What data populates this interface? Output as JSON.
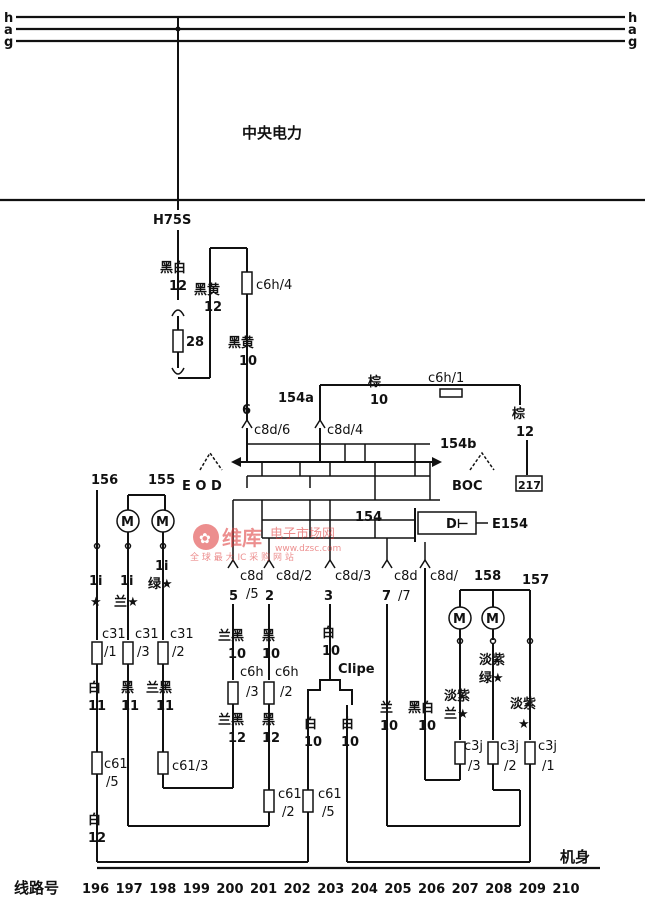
{
  "bus": {
    "lines": [
      "h",
      "a",
      "g"
    ]
  },
  "labels": {
    "central_power": "中央电力",
    "h75s": "H75S",
    "ground": "机身",
    "line_no_title": "线路号",
    "clipe": "Clipe",
    "e154": "E154",
    "d_sym": "D⊢",
    "eod": "E O D",
    "boc": "BOC",
    "n154a": "154a",
    "n154b": "154b",
    "n154": "154",
    "n156": "156",
    "n155": "155",
    "n158": "158",
    "n157": "157",
    "n217": "217",
    "n28": "28",
    "motor": "M",
    "watermark_brand": "维库",
    "watermark_title": "电子市场网",
    "watermark_sub": "全 球 最 大 IC 采 购 网 站",
    "watermark_url": "www.dzsc.com"
  },
  "wires": {
    "hb12": [
      "黑白",
      "12"
    ],
    "hy12": [
      "黑黄",
      "12"
    ],
    "hy10": [
      "黑黄",
      "10"
    ],
    "brown10": [
      "棕",
      "10"
    ],
    "brown12": [
      "棕",
      "12"
    ],
    "w196a": [
      "1i",
      "★"
    ],
    "w197a": [
      "1i",
      "兰★"
    ],
    "w198a": [
      "1i",
      "绿★"
    ],
    "w196b": [
      "白",
      "11"
    ],
    "w197b": [
      "黑",
      "11"
    ],
    "w198b": [
      "兰黑",
      "11"
    ],
    "w196c": [
      "白",
      "12"
    ],
    "w200a": [
      "兰黑",
      "10"
    ],
    "w201a": [
      "黑",
      "10"
    ],
    "w200b": [
      "兰黑",
      "12"
    ],
    "w201b": [
      "黑",
      "12"
    ],
    "w203a": [
      "白",
      "10"
    ],
    "w202b": [
      "白",
      "10"
    ],
    "w203b": [
      "白",
      "10"
    ],
    "w205": [
      "兰",
      "10"
    ],
    "w206": [
      "黑白",
      "10"
    ],
    "w206b": [
      "淡紫",
      "兰★"
    ],
    "w207": [
      "淡紫",
      "绿★"
    ],
    "w208": [
      "淡紫",
      "★"
    ]
  },
  "connectors": {
    "c6h4": "c6h/4",
    "c6h1": "c6h/1",
    "c8d6": "c8d/6",
    "c8d4": "c8d/4",
    "c8d5": [
      "c8d",
      "/5"
    ],
    "c8d2": "c8d/2",
    "c8d3": "c8d/3",
    "c8d7": [
      "c8d",
      "/7"
    ],
    "c8d_": "c8d/",
    "c31_1": [
      "c31",
      "/1"
    ],
    "c31_3": [
      "c31",
      "/3"
    ],
    "c31_2": [
      "c31",
      "/2"
    ],
    "c61_5a": [
      "c61",
      "/5"
    ],
    "c61_3": "c61/3",
    "c6h3": [
      "c6h",
      "/3"
    ],
    "c6h2": [
      "c6h",
      "/2"
    ],
    "c61_2": [
      "c61",
      "/2"
    ],
    "c61_5b": [
      "c61",
      "/5"
    ],
    "c3j3": [
      "c3j",
      "/3"
    ],
    "c3j2": [
      "c3j",
      "/2"
    ],
    "c3j1": [
      "c3j",
      "/1"
    ],
    "pin6": "6",
    "pin5": "5",
    "pin2": "2",
    "pin3": "3",
    "pin7": "7"
  },
  "line_numbers": [
    "196",
    "197",
    "198",
    "199",
    "200",
    "201",
    "202",
    "203",
    "204",
    "205",
    "206",
    "207",
    "208",
    "209",
    "210"
  ]
}
